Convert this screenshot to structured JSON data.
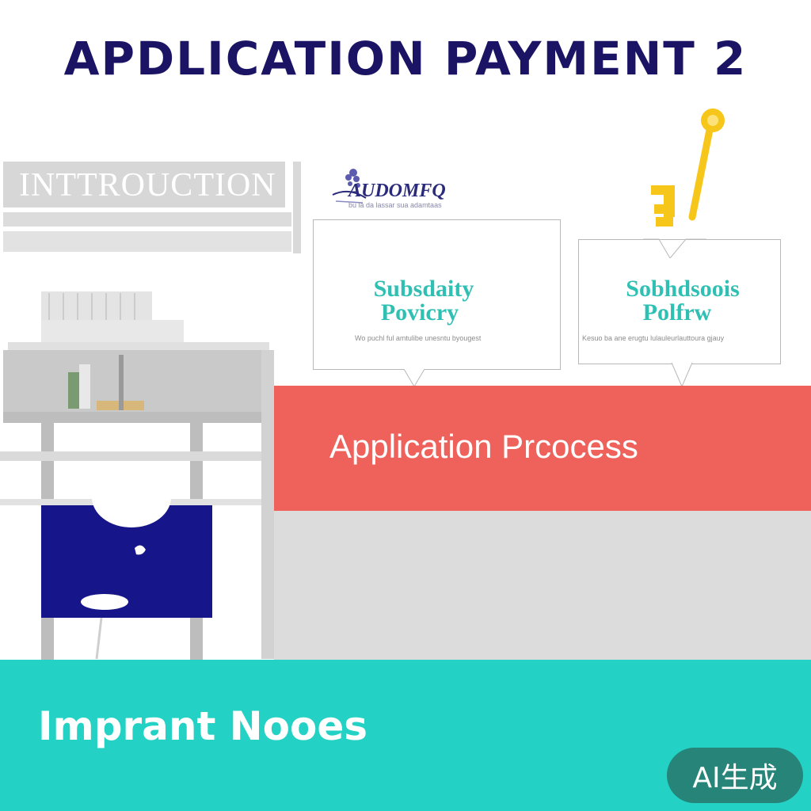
{
  "title": "APDLICATION PAYMENT 2",
  "intro": {
    "label": "INTTROUCTION"
  },
  "logo": {
    "text": "AUDOMFQ",
    "subtext": "bu la da lassar sua adamtaas"
  },
  "cards": [
    {
      "title_line1": "Subsdaity",
      "title_line2": "Povicry",
      "desc": "Wo puchl ful amtulibe unesntu byougest"
    },
    {
      "title_line1": "Sobhdsoois",
      "title_line2": "Polfrw",
      "desc": "Kesuo ba ane erugtu lulauleurlauttoura gjauy"
    }
  ],
  "process": {
    "label": "Application Prcocess"
  },
  "notes": {
    "label": "Imprant Nooes"
  },
  "badge": {
    "label": "AI生成"
  },
  "colors": {
    "title": "#1b1464",
    "process_bar": "#ef625c",
    "notes_bar": "#23d2c4",
    "card_title": "#2fc0b3",
    "key": "#f7c61a",
    "navy_panel": "#16168a"
  },
  "icons": [
    "key-icon",
    "logo-emblem-icon"
  ]
}
